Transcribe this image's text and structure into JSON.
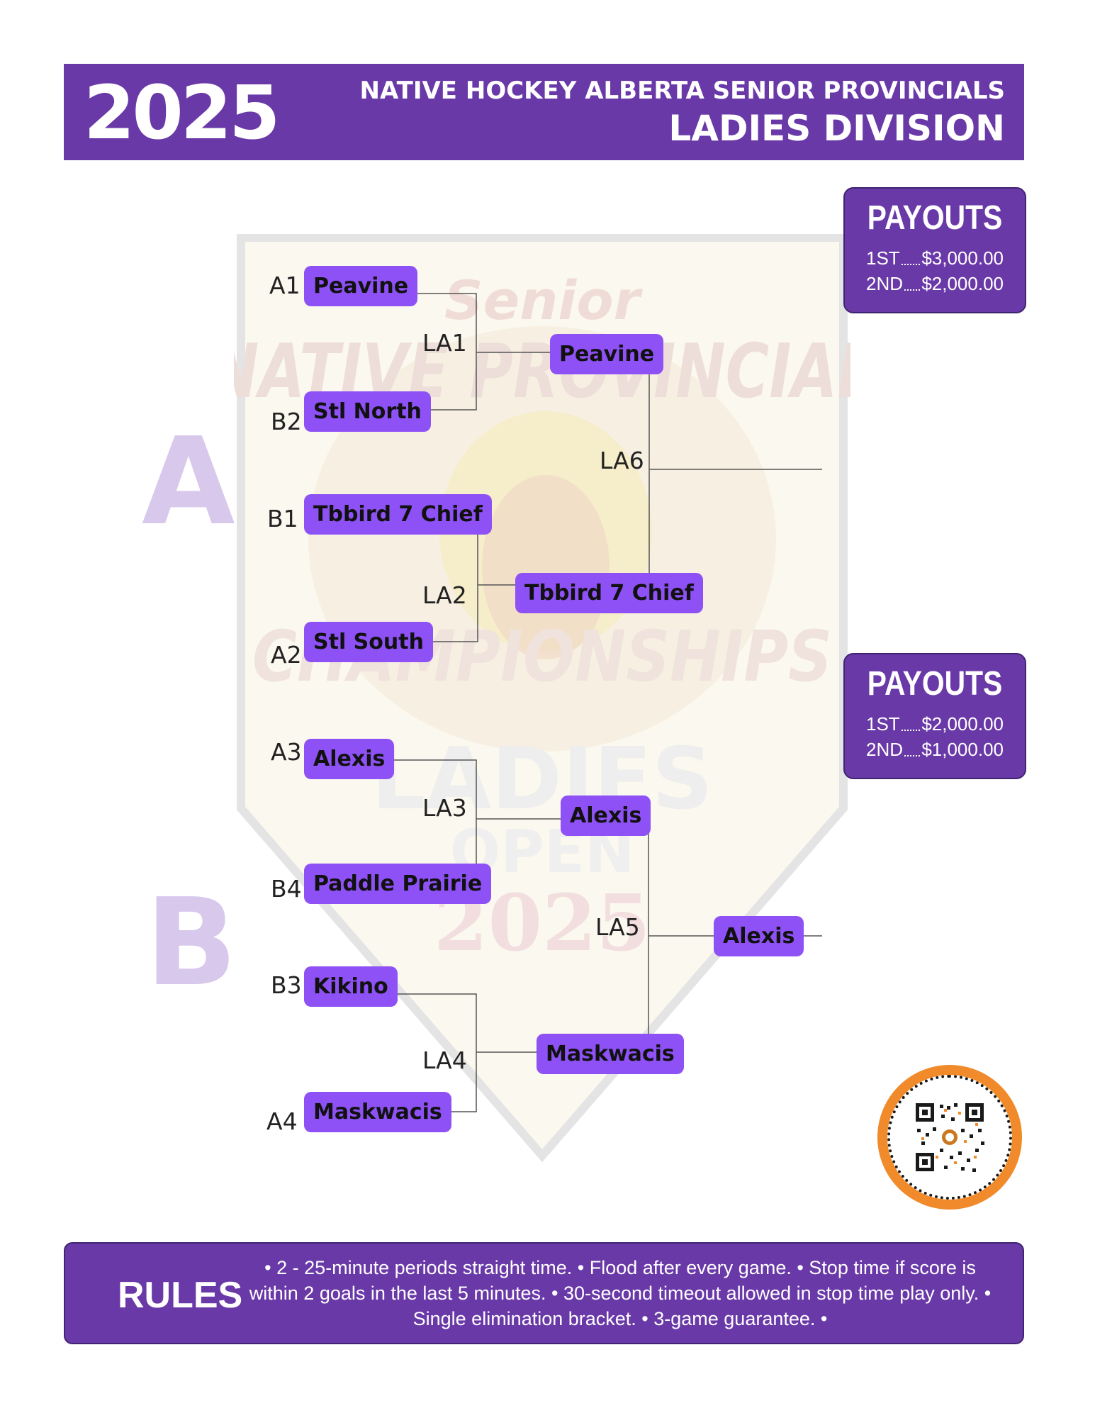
{
  "header": {
    "year": "2025",
    "title": "NATIVE HOCKEY ALBERTA SENIOR PROVINCIALS",
    "subtitle": "LADIES DIVISION"
  },
  "watermark": {
    "line1": "Senior",
    "line2": "NATIVE PROVINCIAL",
    "line3": "CHAMPIONSHIPS",
    "line4": "LADIES",
    "line5": "OPEN",
    "line6": "2025"
  },
  "groups": {
    "a": "A",
    "b": "B"
  },
  "seeds": {
    "a1": "A1",
    "b2": "B2",
    "b1": "B1",
    "a2": "A2",
    "a3": "A3",
    "b4": "B4",
    "b3": "B3",
    "a4": "A4"
  },
  "round1": {
    "a1": "Peavine",
    "b2": "Stl North",
    "b1": "Tbbird 7 Chief",
    "a2": "Stl South",
    "a3": "Alexis",
    "b4": "Paddle Prairie",
    "b3": "Kikino",
    "a4": "Maskwacis"
  },
  "games": {
    "la1": "LA1",
    "la2": "LA2",
    "la3": "LA3",
    "la4": "LA4",
    "la5": "LA5",
    "la6": "LA6"
  },
  "round2": {
    "la1_winner": "Peavine",
    "la2_winner": "Tbbird 7 Chief",
    "la3_winner": "Alexis",
    "la4_winner": "Maskwacis"
  },
  "round3": {
    "la5_winner": "Alexis"
  },
  "payouts_a": {
    "title": "PAYOUTS",
    "first_label": "1ST",
    "first_amount": "$3,000.00",
    "second_label": "2ND",
    "second_amount": "$2,000.00"
  },
  "payouts_b": {
    "title": "PAYOUTS",
    "first_label": "1ST",
    "first_amount": "$2,000.00",
    "second_label": "2ND",
    "second_amount": "$1,000.00"
  },
  "rules": {
    "title": "RULES",
    "text": "• 2 - 25-minute periods straight time. • Flood after every game. • Stop time if score is within 2 goals in the last 5 minutes. • 30-second timeout allowed in stop time play only. • Single elimination bracket. • 3-game guarantee. •"
  },
  "colors": {
    "brand_purple": "#6a39a8",
    "team_box": "#8e51f5",
    "group_letter": "#d7c8ec",
    "qr_ring": "#f08a2a"
  }
}
